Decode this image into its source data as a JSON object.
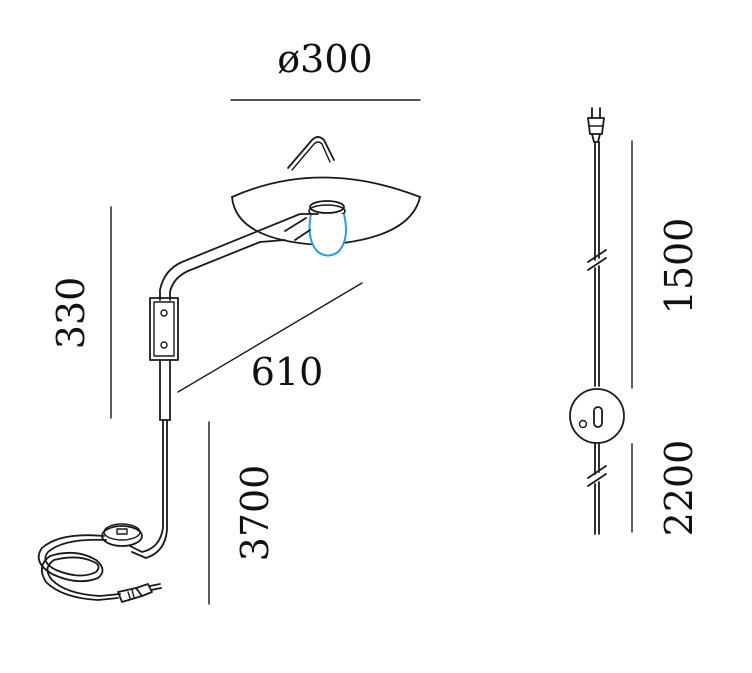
{
  "dimensions": {
    "shade_diameter": "ø300",
    "arm_height": "330",
    "arm_reach": "610",
    "cable_length_main": "3700",
    "cable_segment_upper": "1500",
    "cable_segment_lower": "2200"
  },
  "colors": {
    "line": "#1a1a1a",
    "bulb": "#2a9fd6",
    "background": "#ffffff"
  }
}
